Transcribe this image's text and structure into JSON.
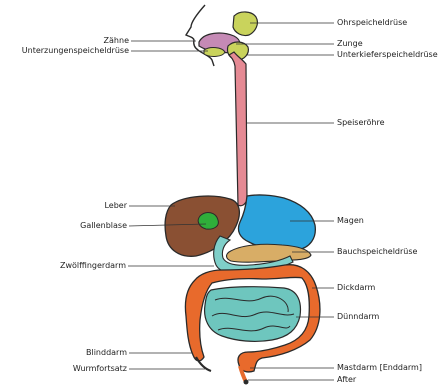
{
  "labels": {
    "left": [
      {
        "id": "zaehne",
        "text": "Zähne"
      },
      {
        "id": "unterzungen",
        "text": "Unterzungenspeicheldrüse"
      },
      {
        "id": "leber",
        "text": "Leber"
      },
      {
        "id": "gallenblase",
        "text": "Gallenblase"
      },
      {
        "id": "zwoelffinger",
        "text": "Zwölffingerdarm"
      },
      {
        "id": "blinddarm",
        "text": "Blinddarm"
      },
      {
        "id": "wurmfortsatz",
        "text": "Wurmfortsatz"
      }
    ],
    "right": [
      {
        "id": "ohrspeichel",
        "text": "Ohrspeicheldrüse"
      },
      {
        "id": "zunge",
        "text": "Zunge"
      },
      {
        "id": "unterkiefer",
        "text": "Unterkieferspeicheldrüse"
      },
      {
        "id": "speiseroehre",
        "text": "Speiseröhre"
      },
      {
        "id": "magen",
        "text": "Magen"
      },
      {
        "id": "bauchspeichel",
        "text": "Bauchspeicheldrüse"
      },
      {
        "id": "dickdarm",
        "text": "Dickdarm"
      },
      {
        "id": "duenndarm",
        "text": "Dünndarm"
      },
      {
        "id": "mastdarm",
        "text": "Mastdarm [Enddarm]"
      },
      {
        "id": "after",
        "text": "After"
      }
    ]
  },
  "colors": {
    "outline": "#2a2a2a",
    "esophagus": "#e58a94",
    "liver": "#8a5033",
    "gallbladder": "#2fae3a",
    "stomach": "#2ca3dc",
    "duodenum": "#7fcfc9",
    "pancreas": "#d8ad66",
    "large_intestine": "#e86a2c",
    "small_intestine": "#6ec6be",
    "salivary_gland": "#c9d35c",
    "tongue": "#c58ab5",
    "leader_line": "#333333"
  }
}
